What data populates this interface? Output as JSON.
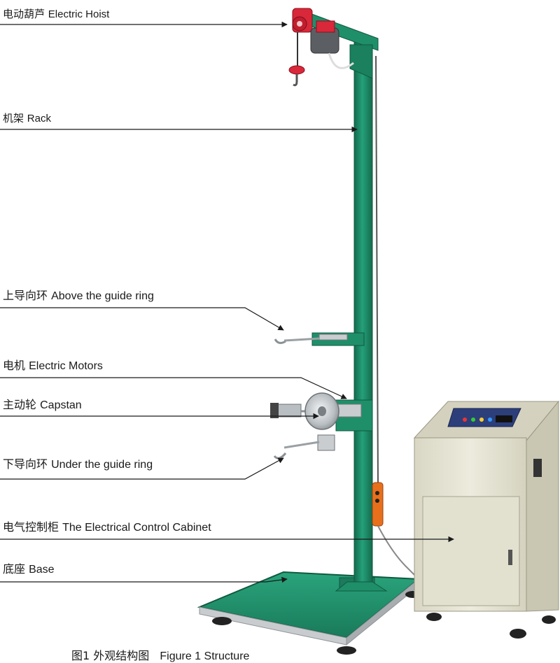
{
  "labels": {
    "electric_hoist": {
      "cn": "电动葫芦",
      "en": "Electric Hoist"
    },
    "rack": {
      "cn": "机架",
      "en": "Rack"
    },
    "above_guide_ring": {
      "cn": "上导向环",
      "en": "Above the guide ring"
    },
    "electric_motors": {
      "cn": "电机",
      "en": "Electric Motors"
    },
    "capstan": {
      "cn": "主动轮",
      "en": "Capstan"
    },
    "under_guide_ring": {
      "cn": "下导向环",
      "en": "Under the guide ring"
    },
    "control_cabinet": {
      "cn": "电气控制柜",
      "en": "The Electrical Control Cabinet"
    },
    "base": {
      "cn": "底座",
      "en": "Base"
    }
  },
  "caption": {
    "cn": "图1 外观结构图",
    "en": "Figure 1 Structure"
  },
  "colors": {
    "frame_green": "#1f8f6a",
    "frame_green_dark": "#156a4e",
    "hoist_red": "#d8283a",
    "cabinet_beige": "#e7e5d4",
    "panel_blue": "#2c3f7a",
    "pendant_orange": "#e8701c",
    "steel": "#b9bec2"
  },
  "icons": [
    "electric-hoist-icon",
    "hook-icon",
    "capstan-wheel-icon",
    "control-cabinet-icon",
    "pendant-control-icon"
  ]
}
